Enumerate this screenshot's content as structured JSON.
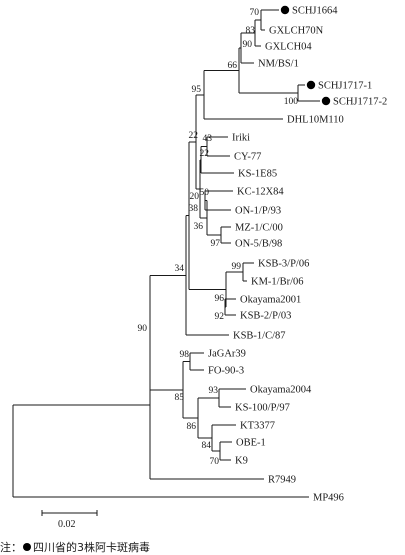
{
  "tree": {
    "marker_color": "#000000",
    "taxa": [
      {
        "id": "SCHJ1664",
        "label": "SCHJ1664",
        "marked": true
      },
      {
        "id": "GXLCH70N",
        "label": "GXLCH70N",
        "marked": false
      },
      {
        "id": "GXLCH04",
        "label": "GXLCH04",
        "marked": false
      },
      {
        "id": "NMBS1",
        "label": "NM/BS/1",
        "marked": false
      },
      {
        "id": "SCHJ1717_1",
        "label": "SCHJ1717-1",
        "marked": true
      },
      {
        "id": "SCHJ1717_2",
        "label": "SCHJ1717-2",
        "marked": true
      },
      {
        "id": "DHL10M110",
        "label": "DHL10M110",
        "marked": false
      },
      {
        "id": "Iriki",
        "label": "Iriki",
        "marked": false
      },
      {
        "id": "CY77",
        "label": "CY-77",
        "marked": false
      },
      {
        "id": "KS1E85",
        "label": "KS-1E85",
        "marked": false
      },
      {
        "id": "KC12X84",
        "label": "KC-12X84",
        "marked": false
      },
      {
        "id": "ON1P93",
        "label": "ON-1/P/93",
        "marked": false
      },
      {
        "id": "MZ1C00",
        "label": "MZ-1/C/00",
        "marked": false
      },
      {
        "id": "ON5B98",
        "label": "ON-5/B/98",
        "marked": false
      },
      {
        "id": "KSB3P06",
        "label": "KSB-3/P/06",
        "marked": false
      },
      {
        "id": "KM1Br06",
        "label": "KM-1/Br/06",
        "marked": false
      },
      {
        "id": "Okayama2001",
        "label": "Okayama2001",
        "marked": false
      },
      {
        "id": "KSB2P03",
        "label": "KSB-2/P/03",
        "marked": false
      },
      {
        "id": "KSB1C87",
        "label": "KSB-1/C/87",
        "marked": false
      },
      {
        "id": "JaGAr39",
        "label": "JaGAr39",
        "marked": false
      },
      {
        "id": "FO903",
        "label": "FO-90-3",
        "marked": false
      },
      {
        "id": "Okayama2004",
        "label": "Okayama2004",
        "marked": false
      },
      {
        "id": "KS100P97",
        "label": "KS-100/P/97",
        "marked": false
      },
      {
        "id": "KT3377",
        "label": "KT3377",
        "marked": false
      },
      {
        "id": "OBE1",
        "label": "OBE-1",
        "marked": false
      },
      {
        "id": "K9",
        "label": "K9",
        "marked": false
      },
      {
        "id": "R7949",
        "label": "R7949",
        "marked": false
      },
      {
        "id": "MP496",
        "label": "MP496",
        "marked": false
      }
    ],
    "bootstrap": [
      {
        "id": "n1",
        "value": "70"
      },
      {
        "id": "n2",
        "value": "83"
      },
      {
        "id": "n3",
        "value": "90"
      },
      {
        "id": "n4",
        "value": "66"
      },
      {
        "id": "n5",
        "value": "100"
      },
      {
        "id": "n6",
        "value": "95"
      },
      {
        "id": "n7",
        "value": "43"
      },
      {
        "id": "n8",
        "value": "22"
      },
      {
        "id": "n9",
        "value": "22"
      },
      {
        "id": "n10",
        "value": "50"
      },
      {
        "id": "n11",
        "value": "20"
      },
      {
        "id": "n12",
        "value": "38"
      },
      {
        "id": "n13",
        "value": "97"
      },
      {
        "id": "n14",
        "value": "36"
      },
      {
        "id": "n15",
        "value": "99"
      },
      {
        "id": "n16",
        "value": "92"
      },
      {
        "id": "n17",
        "value": "96"
      },
      {
        "id": "n18",
        "value": "34"
      },
      {
        "id": "n19",
        "value": "98"
      },
      {
        "id": "n20",
        "value": "93"
      },
      {
        "id": "n21",
        "value": "84"
      },
      {
        "id": "n22",
        "value": "70"
      },
      {
        "id": "n23",
        "value": "86"
      },
      {
        "id": "n24",
        "value": "85"
      },
      {
        "id": "n25",
        "value": "90"
      }
    ],
    "scale_bar_label": "0.02"
  },
  "footnote": {
    "prefix": "注：",
    "text": "四川省的3株阿卡斑病毒"
  }
}
